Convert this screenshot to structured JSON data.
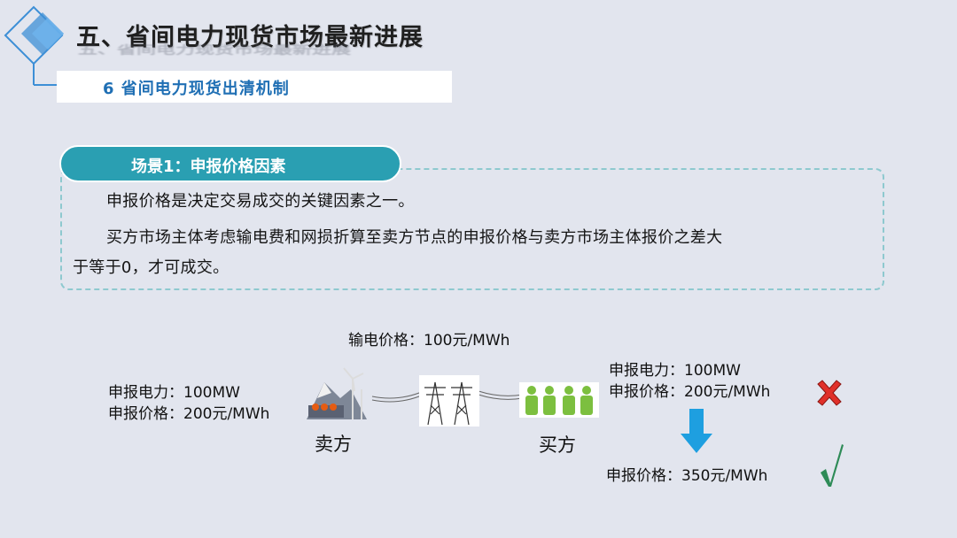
{
  "header": {
    "title": "五、省间电力现货市场最新进展",
    "subtitle": "6 省间电力现货出清机制"
  },
  "scenario": {
    "tab_label": "场景1：申报价格因素",
    "paragraphs": [
      "申报价格是决定交易成交的关键因素之一。",
      "买方市场主体考虑输电费和网损折算至卖方节点的申报价格与卖方市场主体报价之差大",
      "于等于0，才可成交。"
    ]
  },
  "diagram": {
    "transmission_price": "输电价格：100元/MWh",
    "seller": {
      "power": "申报电力：100MW",
      "price": "申报价格：200元/MWh",
      "label": "卖方"
    },
    "buyer": {
      "power": "申报电力：100MW",
      "price": "申报价格：200元/MWh",
      "label": "买方",
      "new_price": "申报价格：350元/MWh"
    },
    "result_reject_icon": "cross-icon",
    "result_accept_icon": "check-icon",
    "colors": {
      "accent": "#2a9fb2",
      "subtitle": "#1f6fb4",
      "arrow": "#1e9fe0",
      "cross": "#e0302a",
      "check": "#2e8b57",
      "people": "#7cbf3f"
    }
  }
}
